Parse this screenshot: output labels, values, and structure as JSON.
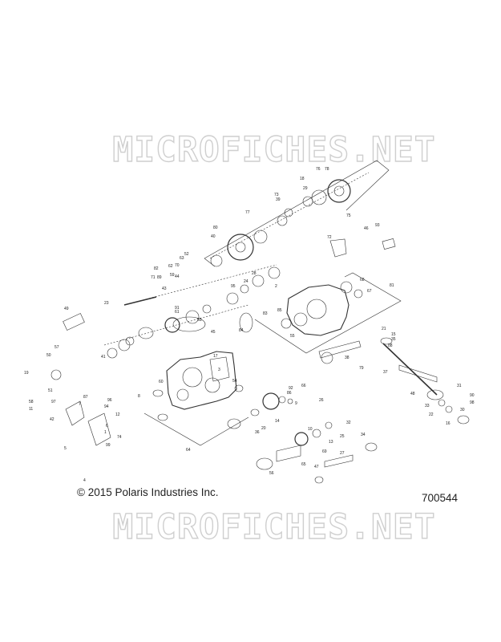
{
  "watermark": {
    "top_text": "MICROFICHES.NET",
    "bottom_text": "MICROFICHES.NET"
  },
  "footer": {
    "copyright": "© 2015 Polaris Industries Inc.",
    "part_number": "700544"
  },
  "callouts": [
    "1",
    "2",
    "3",
    "4",
    "5",
    "6",
    "7",
    "8",
    "9",
    "10",
    "11",
    "12",
    "13",
    "14",
    "15",
    "16",
    "17",
    "18",
    "19",
    "20",
    "21",
    "22",
    "23",
    "24",
    "25",
    "26",
    "27",
    "28",
    "29",
    "30",
    "31",
    "32",
    "33",
    "34",
    "35",
    "36",
    "37",
    "38",
    "39",
    "40",
    "41",
    "42",
    "43",
    "44",
    "45",
    "46",
    "47",
    "48",
    "49",
    "50",
    "51",
    "52",
    "53",
    "54",
    "55",
    "56",
    "57",
    "58",
    "59",
    "60",
    "61",
    "62",
    "63",
    "64",
    "65",
    "66",
    "67",
    "68",
    "69",
    "70",
    "71",
    "72",
    "73",
    "74",
    "75",
    "76",
    "77",
    "78",
    "79",
    "80",
    "81",
    "82",
    "83",
    "84",
    "85",
    "86",
    "87",
    "88",
    "89",
    "90",
    "91",
    "92",
    "93",
    "94",
    "95",
    "96",
    "97",
    "98",
    "99"
  ]
}
